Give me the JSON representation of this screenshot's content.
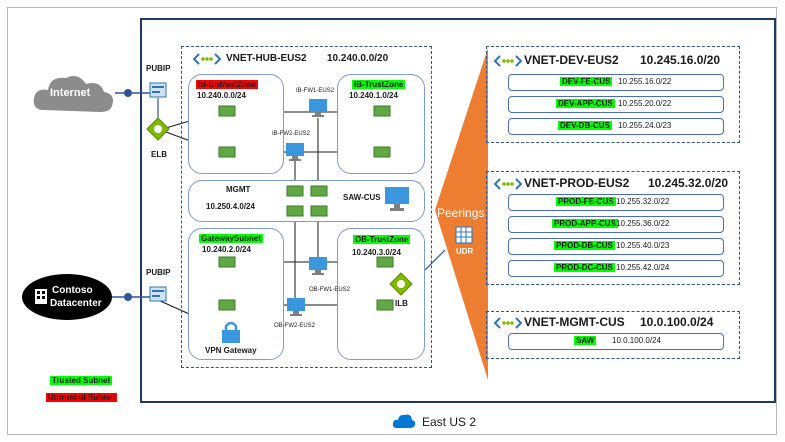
{
  "region": {
    "label": "East US 2"
  },
  "external": {
    "internet": "Internet",
    "datacenter_line1": "Contoso",
    "datacenter_line2": "Datacenter",
    "pubip_top": "PUBIP",
    "pubip_bottom": "PUBIP",
    "elb": "ELB",
    "ilb": "ILB"
  },
  "hub": {
    "title": "VNET-HUB-EUS2",
    "cidr": "10.240.0.0/20",
    "ib_untrust": {
      "name": "IB-UntrustZone",
      "cidr": "10.240.0.0/24"
    },
    "ib_trust": {
      "name": "IB-TrustZone",
      "cidr": "10.240.1.0/24"
    },
    "ib_fw1": "IB-FW1-EUS2",
    "ib_fw2": "IB-FW2-EUS2",
    "mgmt": {
      "name": "MGMT",
      "cidr": "10.250.4.0/24",
      "saw": "SAW-CUS"
    },
    "gateway": {
      "name": "GatewaySubnet",
      "cidr": "10.240.2.0/24",
      "vpn": "VPN Gateway"
    },
    "ob_trust": {
      "name": "OB-TrustZone",
      "cidr": "10.240.3.0/24"
    },
    "ob_fw1": "OB-FW1-EUS2",
    "ob_fw2": "OB-FW2-EUS2"
  },
  "peerings": {
    "label": "Peerings",
    "udr": "UDR"
  },
  "vnets": {
    "dev": {
      "title": "VNET-DEV-EUS2",
      "cidr": "10.245.16.0/20",
      "subnets": [
        {
          "name": "DEV-FE-CUS",
          "cidr": "10.255.16.0/22"
        },
        {
          "name": "DEV-APP-CUS",
          "cidr": "10.255.20.0/22"
        },
        {
          "name": "DEV-DB-CUS",
          "cidr": "10.255.24.0/23"
        }
      ]
    },
    "prod": {
      "title": "VNET-PROD-EUS2",
      "cidr": "10.245.32.0/20",
      "subnets": [
        {
          "name": "PROD-FE-CUS",
          "cidr": "10.255.32.0/22"
        },
        {
          "name": "PROD-APP-CUS",
          "cidr": "10.255.36.0/22"
        },
        {
          "name": "PROD-DB-CUS",
          "cidr": "10.255.40.0/23"
        },
        {
          "name": "PROD-DC-CUS",
          "cidr": "10.255.42.0/24"
        }
      ]
    },
    "mgmt": {
      "title": "VNET-MGMT-CUS",
      "cidr": "10.0.100.0/24",
      "subnets": [
        {
          "name": "SAW",
          "cidr": "10.0.100.0/24"
        }
      ]
    }
  },
  "legend": {
    "trusted": "Trusted Subnet",
    "untrusted": "Untrusted Subnet"
  },
  "colors": {
    "trusted": "#00ff00",
    "untrusted": "#ff0000",
    "peering": "#ed7d31",
    "region_border": "#1f3864",
    "dashed": "#2e5597"
  }
}
